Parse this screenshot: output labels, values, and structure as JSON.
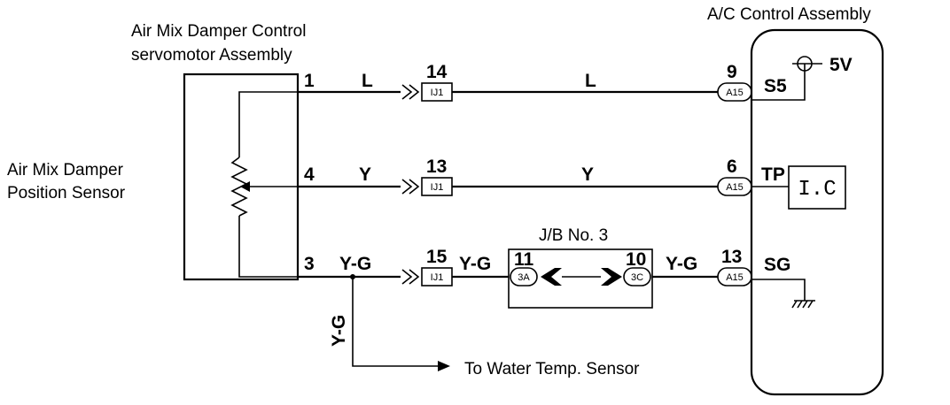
{
  "labels": {
    "servomotor_line1": "Air Mix Damper Control",
    "servomotor_line2": "servomotor Assembly",
    "sensor_line1": "Air Mix Damper",
    "sensor_line2": "Position Sensor",
    "ac_control": "A/C Control Assembly",
    "jb": "J/B No. 3",
    "to_water": "To Water Temp. Sensor",
    "ic": "I.C",
    "volt": "5V"
  },
  "pins_left": [
    "1",
    "4",
    "3"
  ],
  "wire_colors": {
    "row1": "L",
    "row2": "Y",
    "row3": "Y-G",
    "branch": "Y-G"
  },
  "ij1": {
    "code": "IJ1",
    "pins": [
      "14",
      "13",
      "15"
    ]
  },
  "a15": {
    "code": "A15",
    "pins": [
      "9",
      "6",
      "13"
    ],
    "terminals": [
      "S5",
      "TP",
      "SG"
    ]
  },
  "jb_connectors": {
    "left_pin": "11",
    "left_code": "3A",
    "right_pin": "10",
    "right_code": "3C"
  }
}
